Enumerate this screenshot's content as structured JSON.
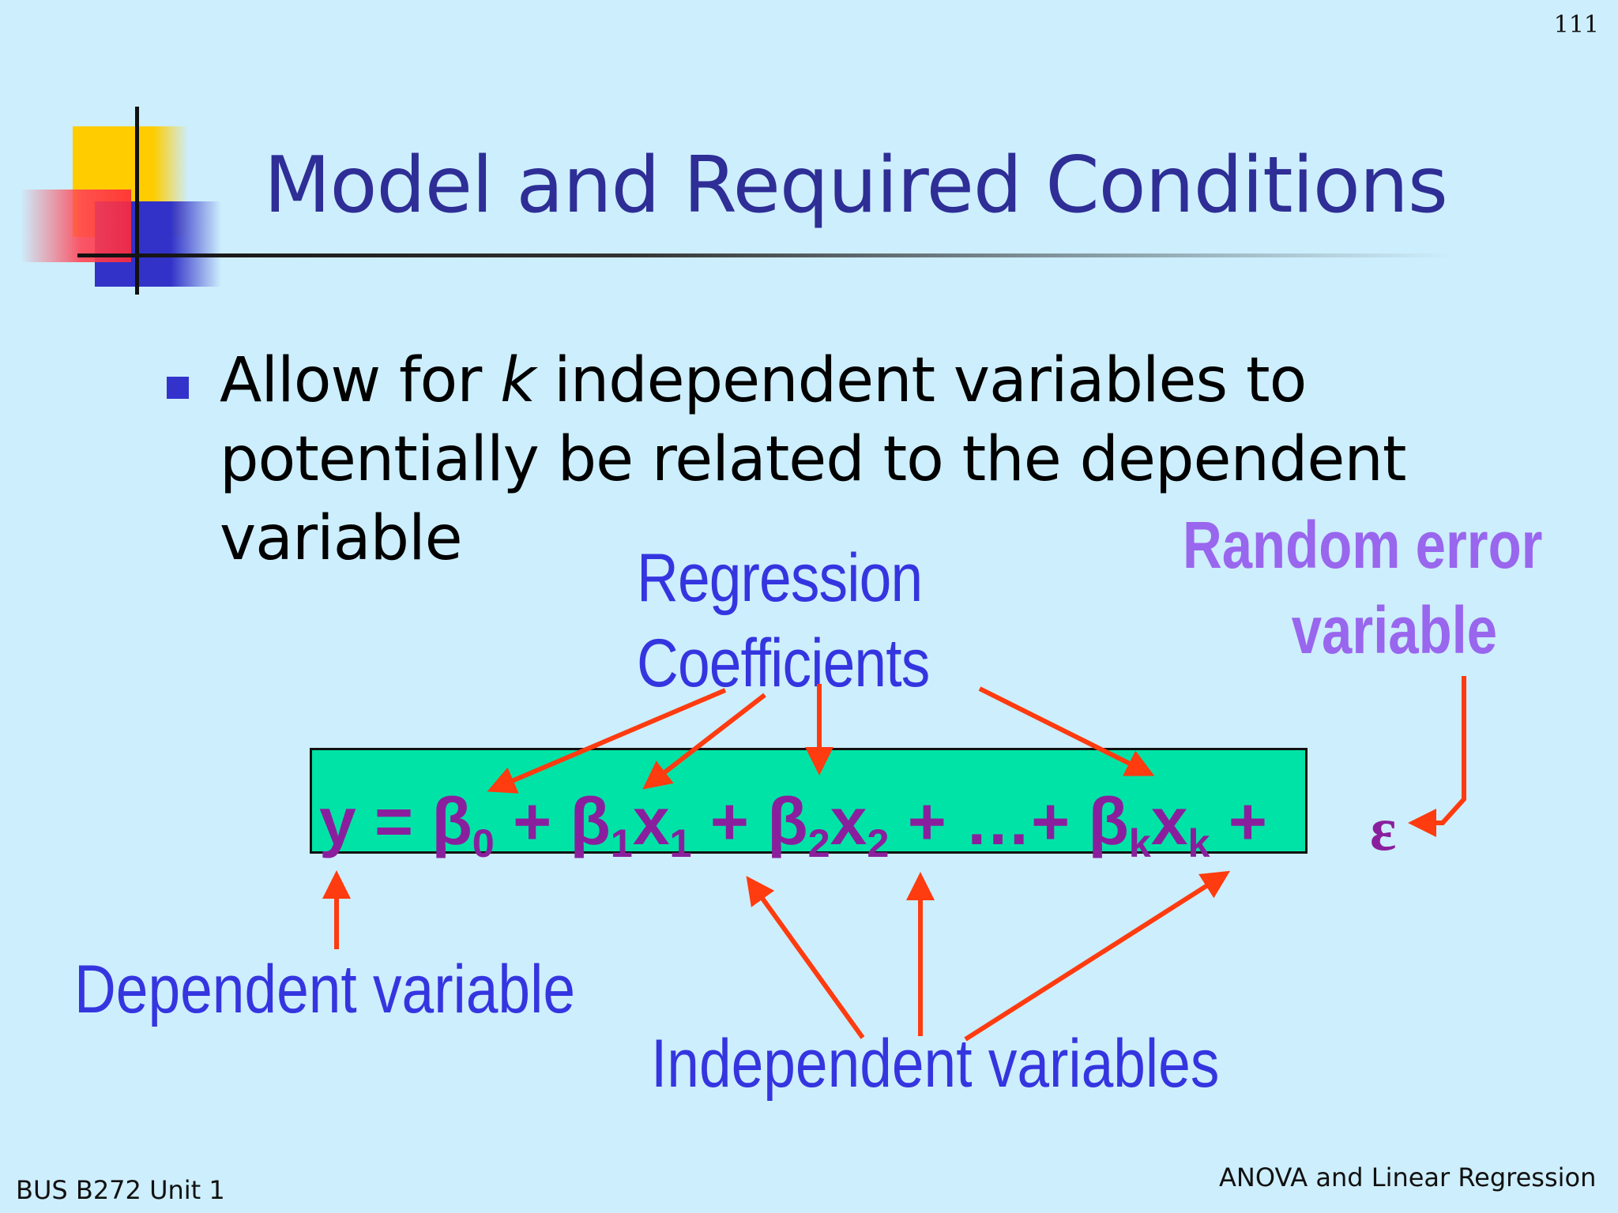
{
  "slide": {
    "number": "111",
    "title": "Model and Required Conditions"
  },
  "bullet": {
    "before_k": "Allow for ",
    "k": "k",
    "line1_rest": " independent variables to",
    "line2": "potentially be related to the dependent",
    "line3": "variable"
  },
  "labels": {
    "regression_line1": "Regression",
    "regression_line2": "Coefficients",
    "random_error_line1": "Random error",
    "random_error_line2": "variable",
    "dependent": "Dependent variable",
    "independent": "Independent variables"
  },
  "equation": {
    "y": "y",
    "eq": " = ",
    "beta": "β",
    "b0_sub": "0",
    "plus": " + ",
    "b1_sub": "1",
    "x": "x",
    "x1_sub": "1",
    "b2_sub": "2",
    "x2_sub": "2",
    "ellipsis": " + …+ ",
    "bk_sub": "k",
    "xk_sub": "k",
    "plus_eps": " + ",
    "epsilon": "ε"
  },
  "footer": {
    "left": "BUS B272 Unit 1",
    "right": "ANOVA and Linear Regression"
  },
  "colors": {
    "background": "#cdeefc",
    "title": "#2e2e96",
    "label_blue": "#3535e0",
    "label_purple": "#9966ee",
    "equation_text": "#8a1f9e",
    "equation_box": "#00e3a6",
    "arrow": "#ff3b10",
    "bullet_square": "#3333cc"
  }
}
